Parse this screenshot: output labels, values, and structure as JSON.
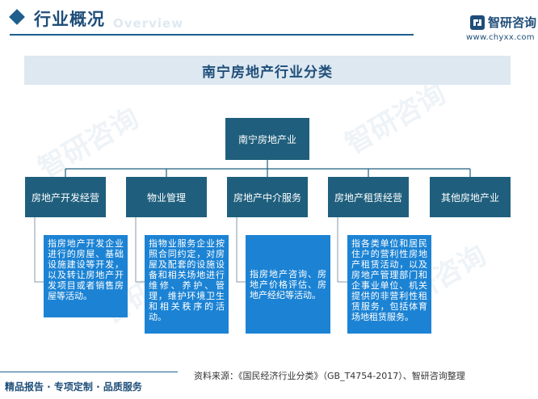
{
  "header": {
    "title": "行业概况",
    "subtitle": "Overview",
    "brand": "智研咨询",
    "url": "www.chyxx.com"
  },
  "diagram": {
    "title": "南宁房地产行业分类",
    "root": "南宁房地产业",
    "categories": [
      {
        "label": "房地产开发经营",
        "description": "指房地产开发企业进行的房屋、基础设施建设等开发，以及转让房地产开发项目或者销售房屋等活动。"
      },
      {
        "label": "物业管理",
        "description": "指物业服务企业按照合同约定，对房屋及配套的设施设备和相关场地进行维修、养护、管理，维护环境卫生和相关秩序的活动。"
      },
      {
        "label": "房地产中介服务",
        "description": "指房地产咨询、房地产价格评估、房地产经纪等活动。"
      },
      {
        "label": "房地产租赁经营",
        "description": "指各类单位和居民住户的营利性房地产租赁活动，以及房地产管理部门和企事业单位、机关提供的非营利性租赁服务，包括体育场地租赁服务。"
      },
      {
        "label": "其他房地产业",
        "description": ""
      }
    ]
  },
  "footer": {
    "left": "精品报告 · 专项定制 · 品质服务",
    "source": "资料来源：《国民经济行业分类》（GB_T4754-2017）、智研咨询整理",
    "watermark": "智研咨询"
  },
  "colors": {
    "dark_box": "#1f5f7d",
    "desc_box": "#1c83d4",
    "accent": "#1f4e79",
    "band": "#dde8f1"
  }
}
